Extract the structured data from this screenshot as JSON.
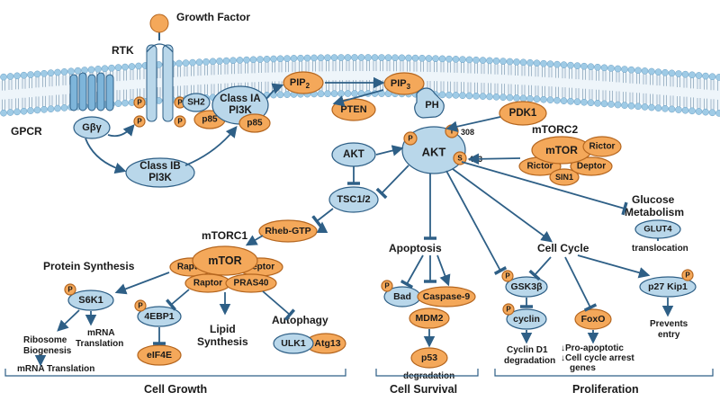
{
  "labels": {
    "growth_factor": "Growth Factor",
    "rtk": "RTK",
    "gpcr": "GPCR",
    "mtorc2": "mTORC2",
    "mtorc1": "mTORC1",
    "protein_synthesis": "Protein Synthesis",
    "apoptosis": "Apoptosis",
    "cell_cycle": "Cell Cycle",
    "glucose_1": "Glucose",
    "glucose_2": "Metabolism",
    "translocation": "translocation",
    "ribosome_1": "Ribosome",
    "ribosome_2": "Biogenesis",
    "mrna_tr_1": "mRNA",
    "mrna_tr_2": "Translation",
    "mrna_translation": "mRNA Translation",
    "lipid_1": "Lipid",
    "lipid_2": "Synthesis",
    "autophagy": "Autophagy",
    "degradation": "degradation",
    "cyclin_d1_1": "Cyclin D1",
    "cyclin_d1_2": "degradation",
    "pro_apoptotic": "↓Pro-apoptotic",
    "cc_arrest_1": "↓Cell cycle arrest",
    "cc_arrest_2": "genes",
    "prevents_1": "Prevents",
    "prevents_2": "entry",
    "t308": "308",
    "s473": "473",
    "cell_growth": "Cell Growth",
    "cell_survival": "Cell Survival",
    "proliferation": "Proliferation"
  },
  "nodes": {
    "gby": "Gβγ",
    "sh2": "SH2",
    "class_ia_1": "Class IA",
    "class_ia_2": "PI3K",
    "p85_a": "p85",
    "p85_b": "p85",
    "class_ib_1": "Class IB",
    "class_ib_2": "PI3K",
    "pip2": "PIP",
    "pip2_sub": "2",
    "pip3": "PIP",
    "pip3_sub": "3",
    "pten": "PTEN",
    "ph": "PH",
    "akt_main": "AKT",
    "akt_left": "AKT",
    "pdk1": "PDK1",
    "t": "T",
    "s": "S",
    "p": "P",
    "mtor2": "mTOR",
    "rictor_a": "Rictor",
    "rictor_b": "Rictor",
    "deptor2": "Deptor",
    "sin1": "SIN1",
    "tsc": "TSC1/2",
    "rheb": "Rheb-GTP",
    "mtor1": "mTOR",
    "raptor_a": "Raptor",
    "raptor_b": "Raptor",
    "deptor1": "Deptor",
    "pras40": "PRAS40",
    "s6k1": "S6K1",
    "ebp1": "4EBP1",
    "eif4e": "eIF4E",
    "ulk1": "ULK1",
    "atg13": "Atg13",
    "bad": "Bad",
    "casp9": "Caspase-9",
    "mdm2": "MDM2",
    "p53": "p53",
    "gsk3b": "GSK3β",
    "cyclin": "cyclin",
    "foxo": "FoxO",
    "p27": "p27 Kip1",
    "glut4": "GLUT4"
  },
  "colors": {
    "blue_fill": "#b9d7ea",
    "blue_stroke": "#2e5f86",
    "orange_fill": "#f4a85a",
    "orange_stroke": "#b5661f",
    "membrane_head": "#9fcbe6"
  }
}
